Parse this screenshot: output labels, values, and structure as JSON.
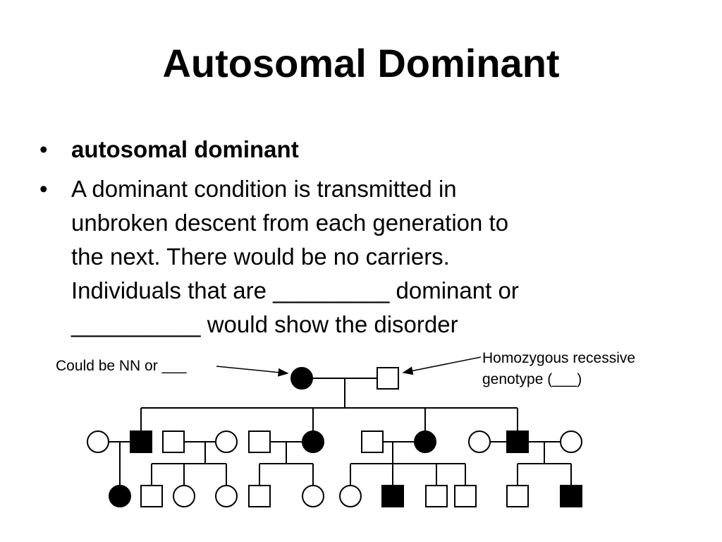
{
  "slide": {
    "title": "Autosomal Dominant",
    "bullets": [
      {
        "marker": "•",
        "text": "autosomal dominant"
      },
      {
        "marker": "•",
        "text": "A dominant condition is transmitted in\nunbroken descent from each generation to\nthe next.  There would be no carriers.\nIndividuals that are _________ dominant or\n__________ would show the disorder"
      }
    ]
  },
  "pedigree": {
    "callouts": {
      "left": "Could be NN or ___",
      "right": "Homozygous recessive\ngenotype (___)"
    },
    "generation_1": [
      {
        "sex": "female",
        "affected": true
      },
      {
        "sex": "male",
        "affected": false
      }
    ],
    "generation_2": [
      {
        "sex": "female",
        "affected": false
      },
      {
        "sex": "male",
        "affected": true
      },
      {
        "sex": "male",
        "affected": false
      },
      {
        "sex": "female",
        "affected": false
      },
      {
        "sex": "male",
        "affected": false
      },
      {
        "sex": "female",
        "affected": true
      },
      {
        "sex": "male",
        "affected": false
      },
      {
        "sex": "female",
        "affected": true
      },
      {
        "sex": "female",
        "affected": false
      },
      {
        "sex": "male",
        "affected": true
      },
      {
        "sex": "female",
        "affected": false
      }
    ],
    "generation_3": [
      {
        "sex": "female",
        "affected": true
      },
      {
        "sex": "male",
        "affected": false
      },
      {
        "sex": "female",
        "affected": false
      },
      {
        "sex": "female",
        "affected": false
      },
      {
        "sex": "male",
        "affected": false
      },
      {
        "sex": "female",
        "affected": false
      },
      {
        "sex": "female",
        "affected": false
      },
      {
        "sex": "male",
        "affected": true
      },
      {
        "sex": "male",
        "affected": false
      },
      {
        "sex": "male",
        "affected": false
      },
      {
        "sex": "male",
        "affected": false
      },
      {
        "sex": "male",
        "affected": true
      }
    ],
    "colors": {
      "affected": "#000000",
      "unaffected": "#ffffff",
      "line": "#000000"
    }
  }
}
